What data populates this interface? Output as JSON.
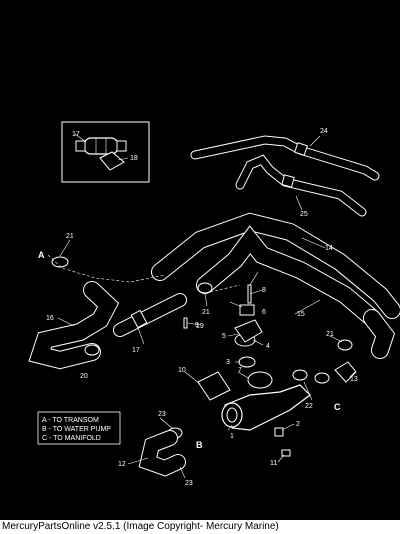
{
  "footer": {
    "text": "MercuryPartsOnline v2.5.1 (Image Copyright- Mercury Marine)"
  },
  "diagram": {
    "callouts": [
      "1",
      "2",
      "3",
      "4",
      "5",
      "6",
      "7",
      "8",
      "9",
      "10",
      "11",
      "12",
      "13",
      "14",
      "15",
      "16",
      "17",
      "18",
      "19",
      "20",
      "21",
      "22",
      "23",
      "24",
      "25"
    ],
    "letters": [
      "A",
      "B",
      "C"
    ],
    "legend": [
      "A  - TO TRANSOM",
      "B  - TO WATER PUMP",
      "C  - TO MANIFOLD"
    ]
  },
  "colors": {
    "background": "#000000",
    "lines": "#ffffff",
    "footer_bg": "#ffffff",
    "footer_text": "#000000"
  }
}
